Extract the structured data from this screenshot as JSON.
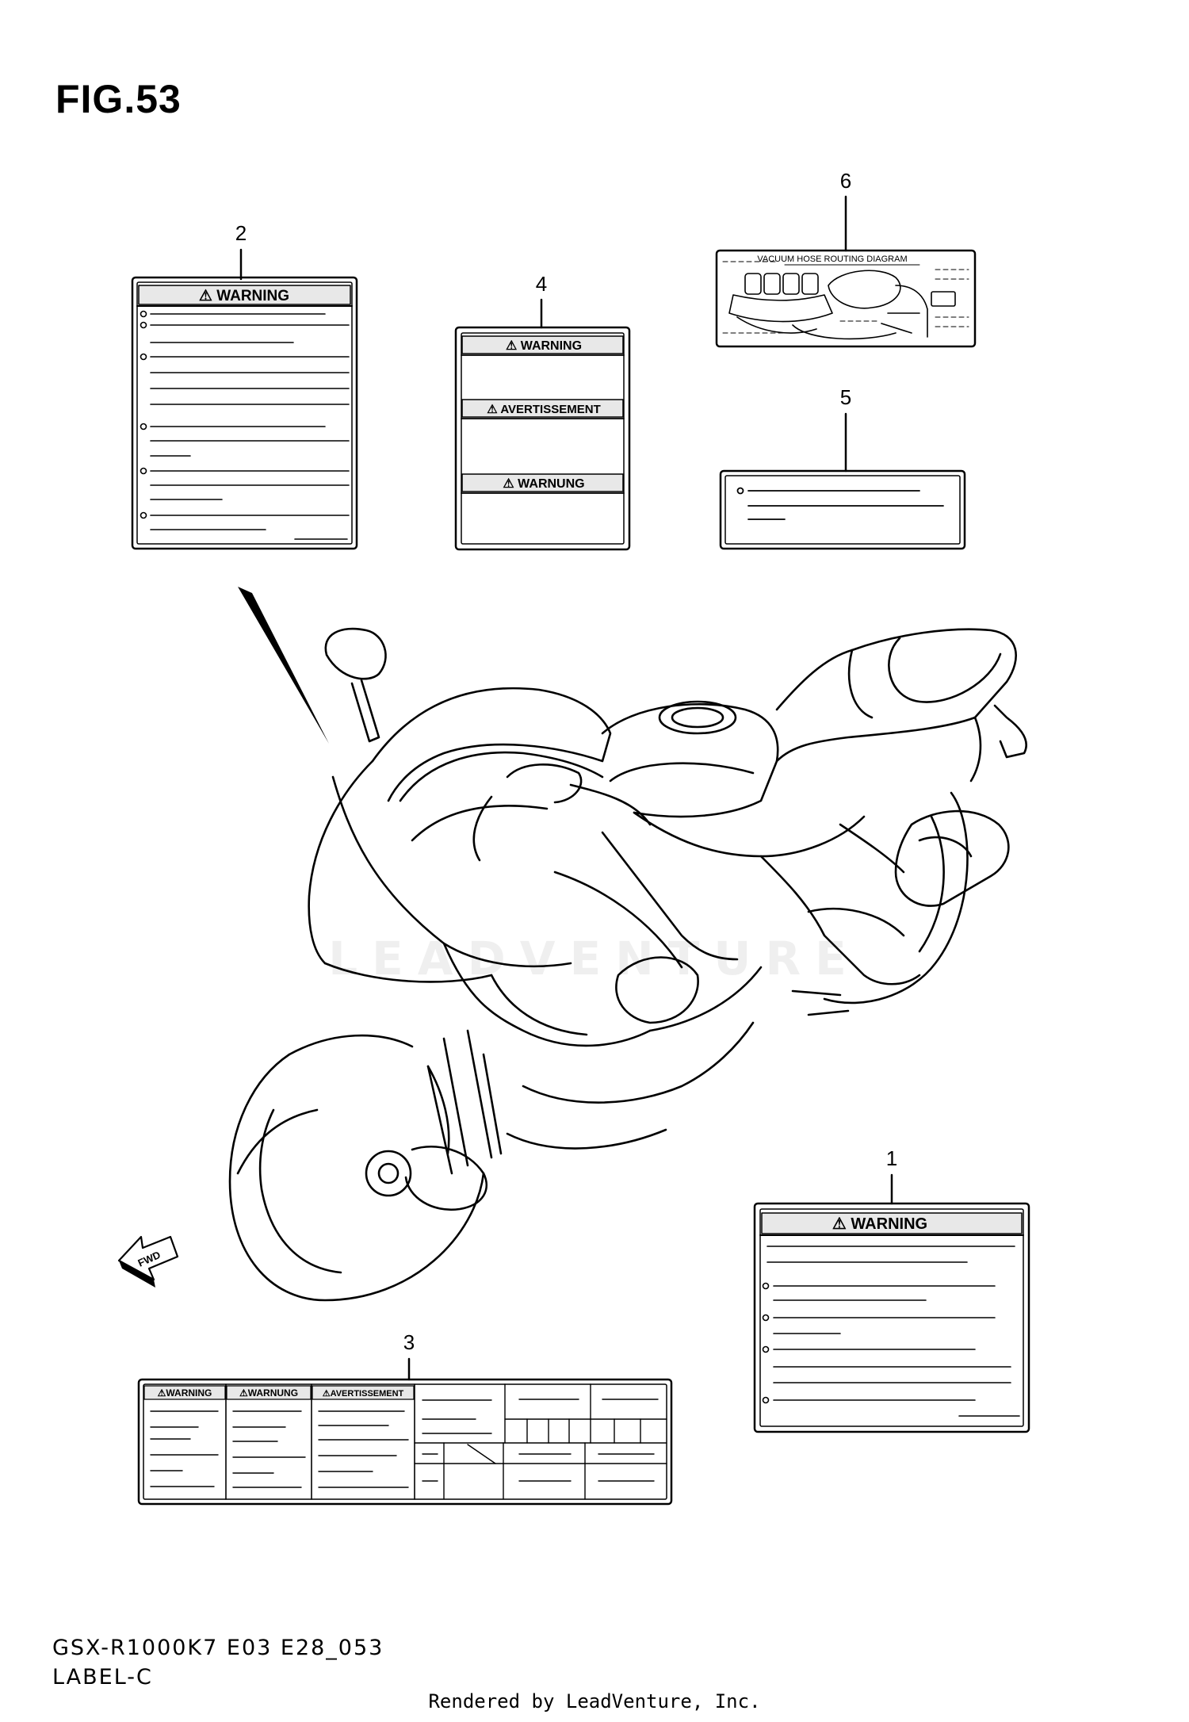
{
  "figure": {
    "title": "FIG.53",
    "model_code": "GSX-R1000K7 E03 E28_053",
    "section": "LABEL-C",
    "watermark": "LEADVENTURE",
    "footer": "Rendered by LeadVenture, Inc."
  },
  "labels": {
    "label_1": {
      "callout": "1",
      "heading": "⚠ WARNING"
    },
    "label_2": {
      "callout": "2",
      "heading": "⚠ WARNING"
    },
    "label_3": {
      "callout": "3",
      "panel_a": "⚠WARNING",
      "panel_b": "⚠WARNUNG",
      "panel_c": "⚠AVERTISSEMENT"
    },
    "label_4": {
      "callout": "4",
      "heading_en": "⚠ WARNING",
      "heading_fr": "⚠ AVERTISSEMENT",
      "heading_de": "⚠ WARNUNG"
    },
    "label_5": {
      "callout": "5"
    },
    "label_6": {
      "callout": "6",
      "heading": "VACUUM HOSE ROUTING DIAGRAM"
    }
  },
  "direction_arrow": {
    "text": "FWD"
  }
}
